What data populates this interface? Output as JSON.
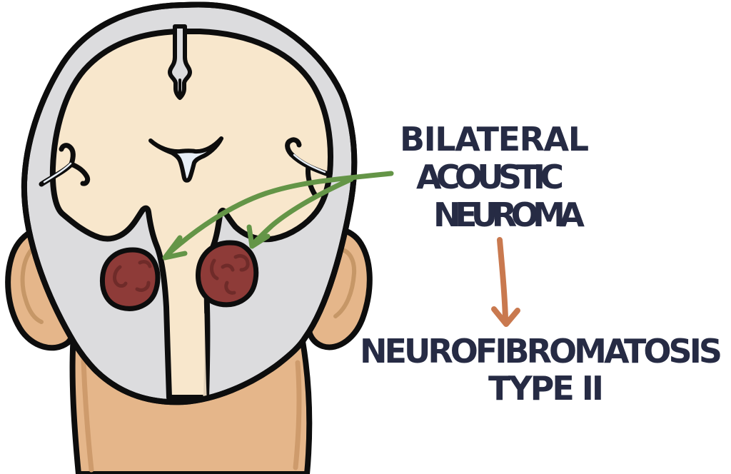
{
  "figure": {
    "title_label": {
      "line1": "BILATERAL",
      "line2": "ACOUSTIC",
      "line3": "NEUROMA"
    },
    "diagnosis_label": {
      "line1": "NEUROFIBROMATOSIS",
      "line2": "TYPE II"
    },
    "colors": {
      "background": "#FFFFFF",
      "text": "#262B44",
      "outline": "#0D0D0D",
      "skull": "#DCDCDE",
      "brain": "#F8E7CC",
      "skin": "#E5B68A",
      "skin_shade": "#CE9B6C",
      "ear_line": "#C69767",
      "tumor": "#8E3B38",
      "tumor_detail": "#6F2B29",
      "ventricle_fluid": "#E7EEF6",
      "pointer_arrow_green": "#649547",
      "implication_arrow_orange": "#C9794F"
    }
  }
}
